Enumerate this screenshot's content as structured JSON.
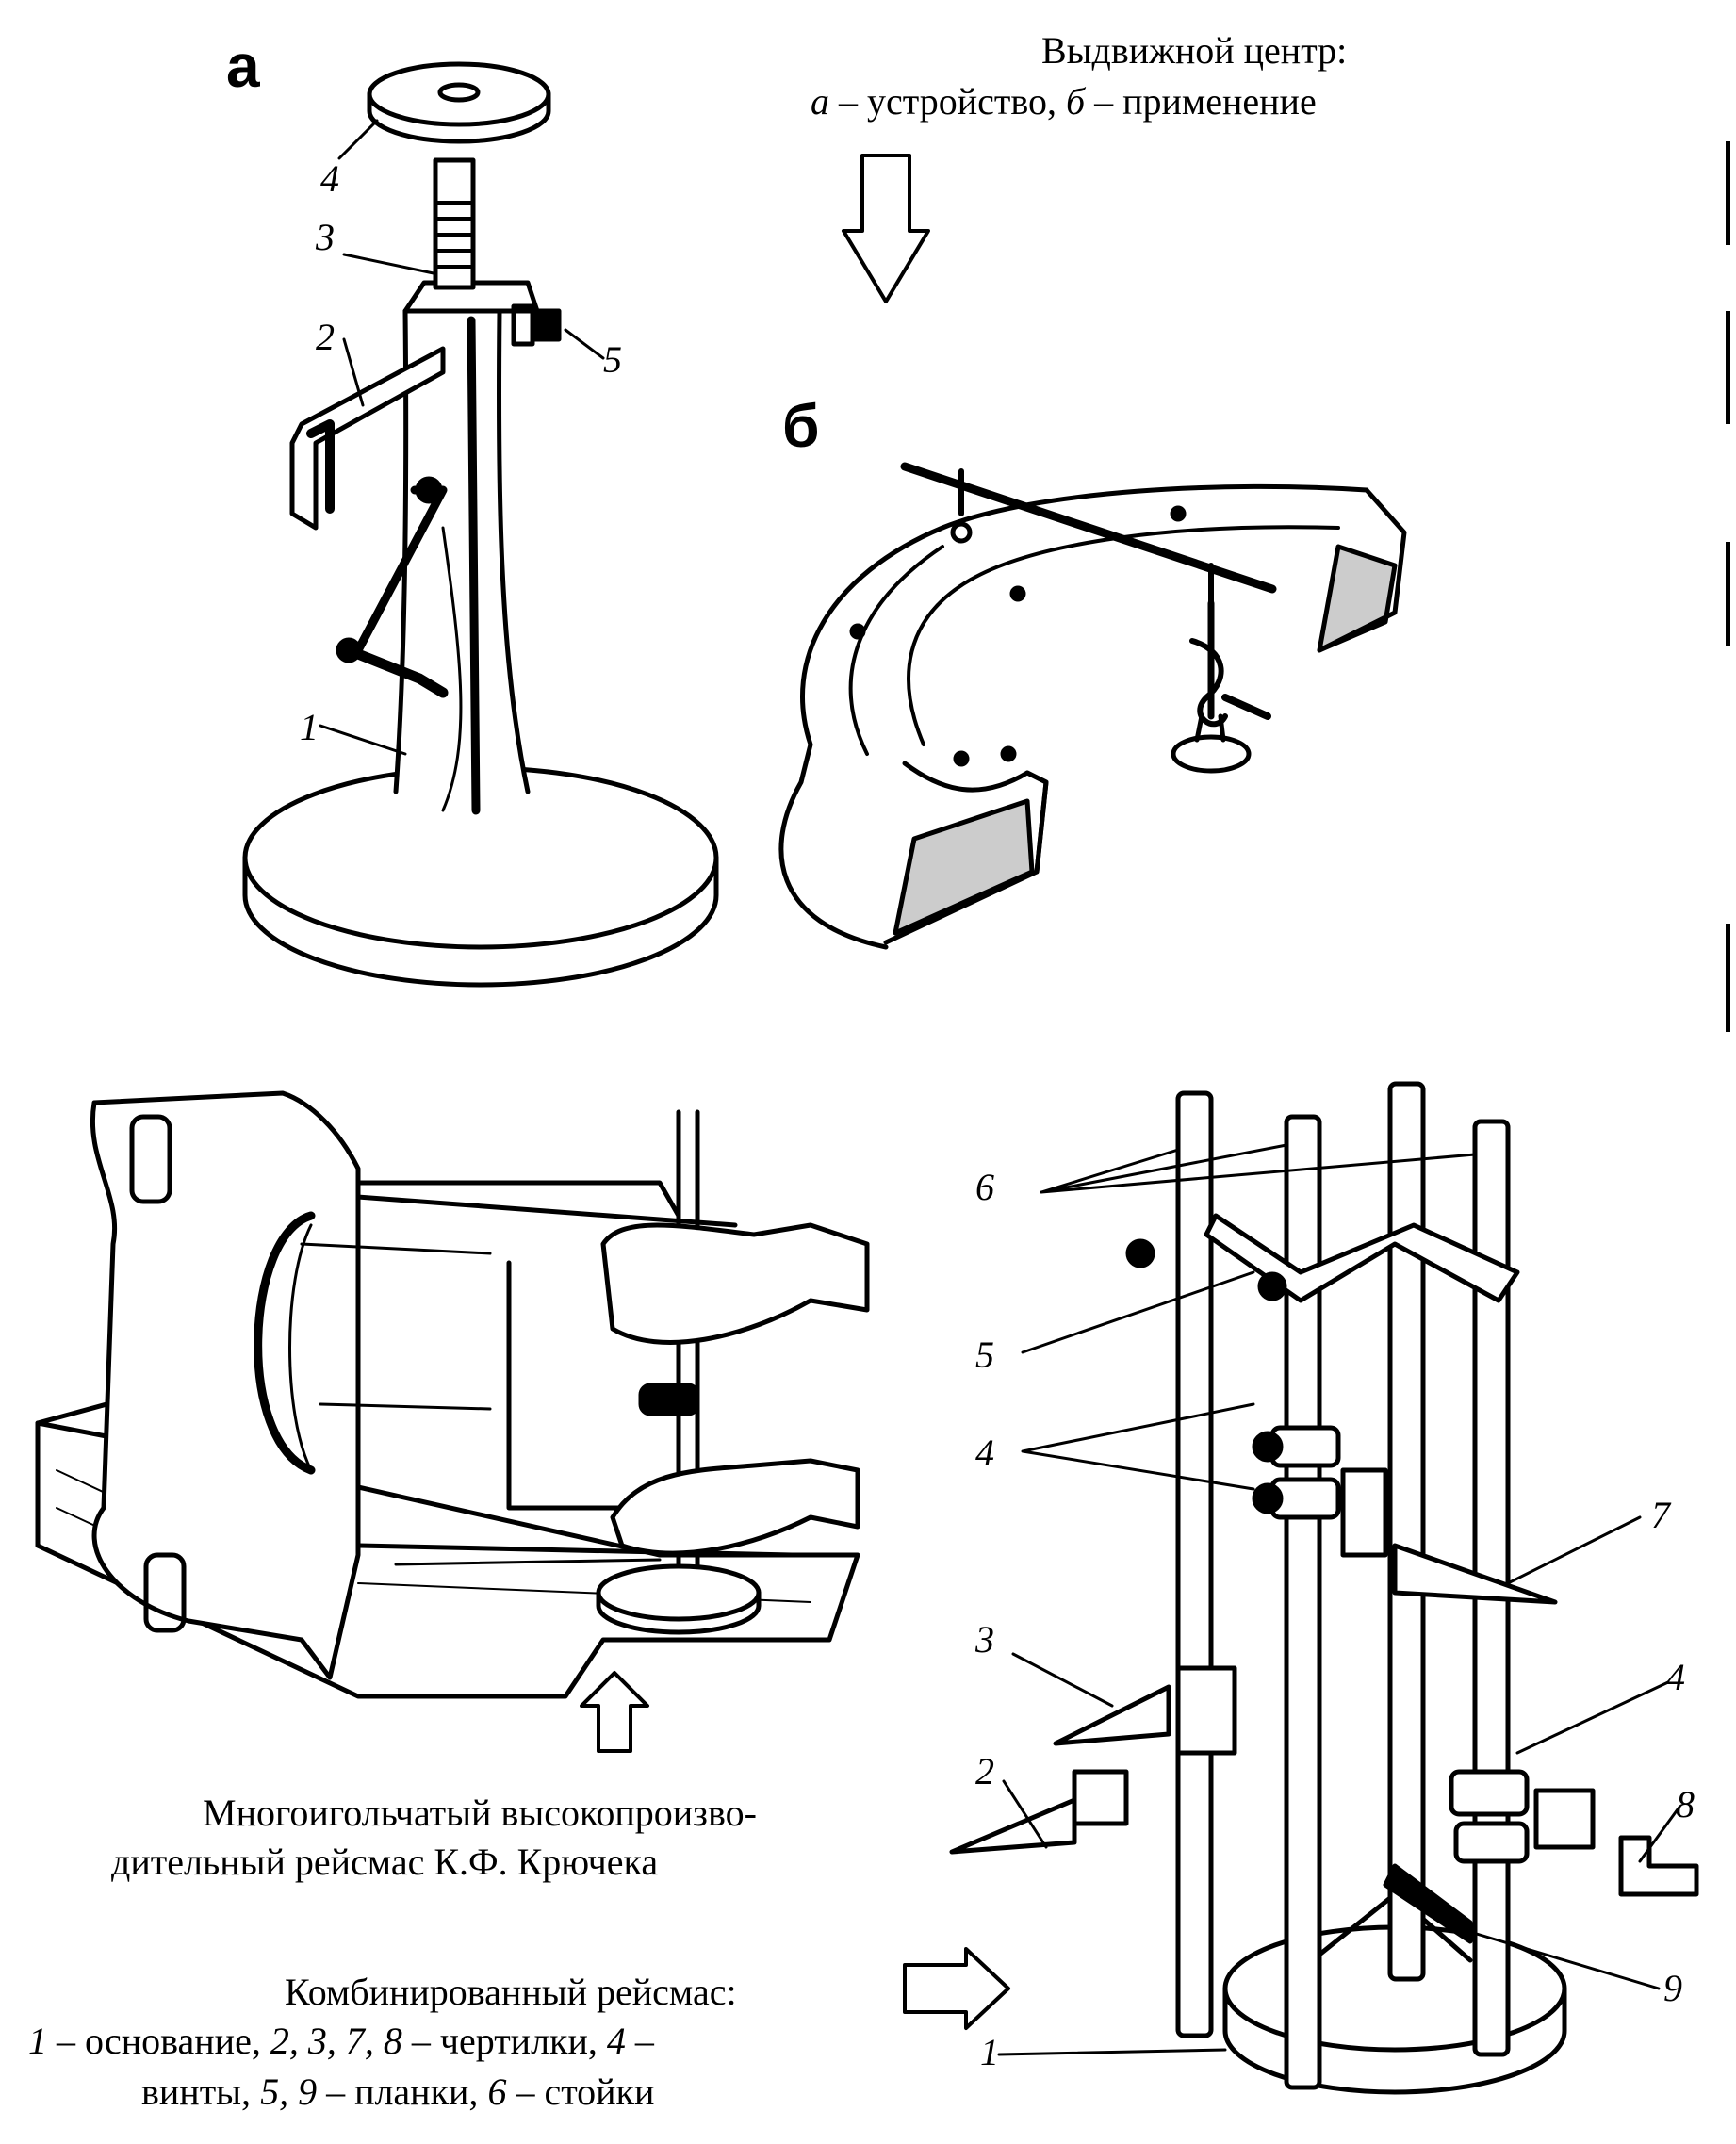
{
  "panel_a": {
    "letter": "а",
    "labels": [
      "4",
      "3",
      "2",
      "5",
      "1"
    ]
  },
  "panel_b": {
    "letter": "б"
  },
  "caption_center": {
    "line1": "Выдвижной центр:",
    "line2_a": "а",
    "line2_mid": " – устройство, ",
    "line2_b": "б",
    "line2_end": " – применение"
  },
  "caption_gauge": {
    "line1": "Многоигольчатый высокопроизво-",
    "line2": "дительный рейсмас К.Ф. Крючека"
  },
  "caption_combined": {
    "line1": "Комбинированный рейсмас:",
    "line2_n1": "1",
    "line2_t1": " – основание, ",
    "line2_n2": "2, 3, 7, 8",
    "line2_t2": " – чертилки, ",
    "line2_n3": "4",
    "line2_t3": " –",
    "line3_t0": "винты, ",
    "line3_n1": "5, 9",
    "line3_t1": " – планки, ",
    "line3_n2": "6",
    "line3_t2": " – стойки"
  },
  "combined_labels": [
    "6",
    "5",
    "4",
    "7",
    "3",
    "4",
    "2",
    "8",
    "9",
    "1"
  ]
}
